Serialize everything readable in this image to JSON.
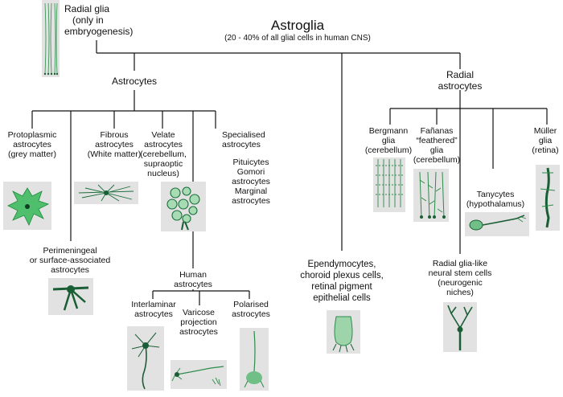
{
  "title": "Astroglia",
  "subtitle": "(20 - 40% of all glial cells in human CNS)",
  "nodes": {
    "radial_glia": [
      "Radial glia",
      "(only in",
      "embryogenesis)"
    ],
    "astrocytes": [
      "Astrocytes"
    ],
    "radial_astrocytes": [
      "Radial",
      "astrocytes"
    ],
    "protoplasmic": [
      "Protoplasmic",
      "astrocytes",
      "(grey matter)"
    ],
    "fibrous": [
      "Fibrous",
      "astrocytes",
      "(White matter)"
    ],
    "velate": [
      "Velate",
      "astrocytes",
      "(cerebellum,",
      "supraoptic",
      "nucleus)"
    ],
    "specialised": [
      "Specialised",
      "astrocytes"
    ],
    "specialised_types": [
      "Pituicytes",
      "Gomori",
      "astrocytes",
      "Marginal",
      "astrocytes"
    ],
    "perimeningeal": [
      "Perimeningeal",
      "or surface-associated",
      "astrocytes"
    ],
    "human": [
      "Human",
      "astrocytes"
    ],
    "interlaminar": [
      "Interlaminar",
      "astrocytes"
    ],
    "varicose": [
      "Varicose",
      "projection",
      "astrocytes"
    ],
    "polarised": [
      "Polarised",
      "astrocytes"
    ],
    "bergmann": [
      "Bergmann",
      "glia",
      "(cerebellum)"
    ],
    "fananas": [
      "Fañanas",
      "“feathered”",
      "glia",
      "(cerebellum)"
    ],
    "muller": [
      "Müller",
      "glia",
      "(retina)"
    ],
    "tanycytes": [
      "Tanycytes",
      "(hypothalamus)"
    ],
    "ependymocytes": [
      "Ependymocytes,",
      "choroid plexus cells,",
      "retinal pigment",
      "epithelial cells"
    ],
    "radial_glia_like": [
      "Radial glia-like",
      "neural stem cells",
      "(neurogenic",
      "niches)"
    ]
  },
  "colors": {
    "line": "#111111",
    "thumb_bg": "#e2e2e2",
    "cell_dark": "#1a5e35",
    "cell_mid": "#2e8b4a",
    "cell_light": "#7fc892"
  }
}
